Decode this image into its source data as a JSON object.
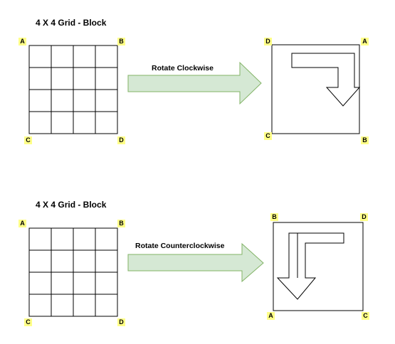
{
  "diagram1": {
    "title": "4 X 4 Grid - Block",
    "arrow_label": "Rotate Clockwise",
    "grid_corners": {
      "top_left": "A",
      "top_right": "B",
      "bottom_left": "C",
      "bottom_right": "D"
    },
    "result_corners": {
      "top_left": "D",
      "top_right": "A",
      "bottom_left": "C",
      "bottom_right": "B"
    }
  },
  "diagram2": {
    "title": "4 X 4 Grid - Block",
    "arrow_label": "Rotate Counterclockwise",
    "grid_corners": {
      "top_left": "A",
      "top_right": "B",
      "bottom_left": "C",
      "bottom_right": "D"
    },
    "result_corners": {
      "top_left": "B",
      "top_right": "D",
      "bottom_left": "A",
      "bottom_right": "C"
    }
  },
  "colors": {
    "corner_badge": "#ffff88",
    "arrow_fill": "#d5e8d4",
    "arrow_stroke": "#82b366",
    "stroke": "#000000"
  }
}
